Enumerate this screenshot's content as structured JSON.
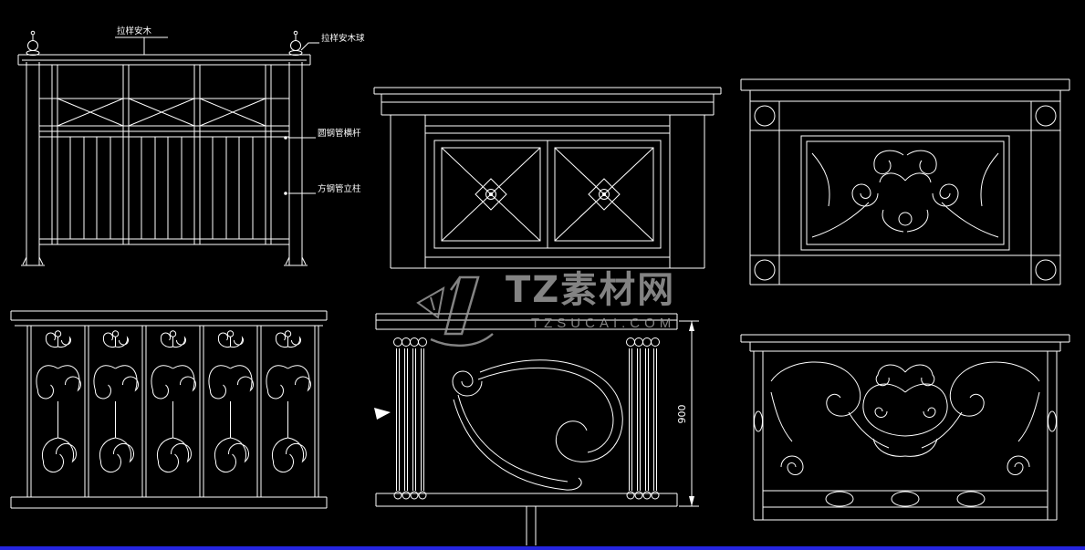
{
  "colors": {
    "background": "#000000",
    "line": "#ffffff",
    "watermark": "#9b9b9b",
    "bottom_bar": "#2525e0"
  },
  "panel1": {
    "label_top": "拉样安木",
    "label_finial": "拉样安木球",
    "label_mid": "圆钢管横杆",
    "label_lower": "方钢管立柱"
  },
  "panel5": {
    "dim_height": "900"
  },
  "watermark": {
    "title": "TZ素材网",
    "domain": "TZSUCAI.COM"
  }
}
